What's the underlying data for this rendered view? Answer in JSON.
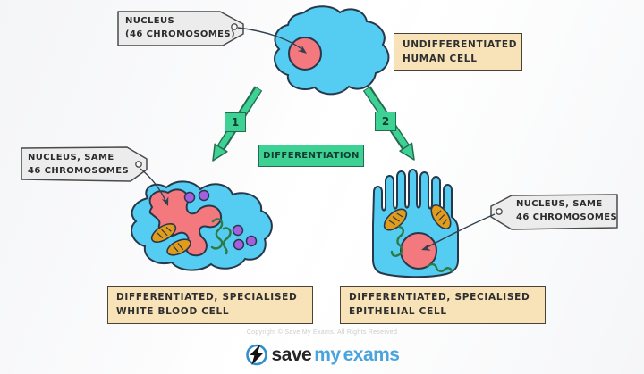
{
  "diagram_title_implicit": "Cell differentiation of an undifferentiated human cell",
  "palette": {
    "cell_fill": "#55ccf1",
    "outline": "#27384a",
    "nucleus_fill": "#f4797f",
    "tag_fill": "#ececec",
    "tag_border": "#4a4a4a",
    "info_box_fill": "#f8e3b9",
    "info_box_border": "#4a4238",
    "green_fill": "#3ed194",
    "green_border": "#256b52",
    "purple_granule": "#a55ede",
    "orange_mitochondrion": "#e29c1c",
    "squiggle_green": "#2d7a45",
    "logo_blue": "#4aa3dc",
    "copyright_gray": "#cdcdcd"
  },
  "labels": {
    "nucleus_tag_top": {
      "line1": "NUCLEUS",
      "line2": "(46 CHROMOSOMES)"
    },
    "undifferentiated_box": {
      "line1": "UNDIFFERENTIATED",
      "line2": "HUMAN  CELL"
    },
    "arrow1": "1",
    "arrow2": "2",
    "differentiation": "DIFFERENTIATION",
    "nucleus_tag_left": {
      "line1": "NUCLEUS, SAME",
      "line2": "46 CHROMOSOMES"
    },
    "nucleus_tag_right": {
      "line1": "NUCLEUS, SAME",
      "line2": "46 CHROMOSOMES"
    },
    "white_blood_cell_box": {
      "line1": "DIFFERENTIATED,  SPECIALISED",
      "line2": "WHITE  BLOOD  CELL"
    },
    "epithelial_cell_box": {
      "line1": "DIFFERENTIATED,  SPECIALISED",
      "line2": "EPITHELIAL  CELL"
    }
  },
  "footer": {
    "copyright": "Copyright © Save My Exams. All Rights Reserved",
    "logo": {
      "save": "save",
      "my": "my",
      "exams": "exams"
    }
  }
}
